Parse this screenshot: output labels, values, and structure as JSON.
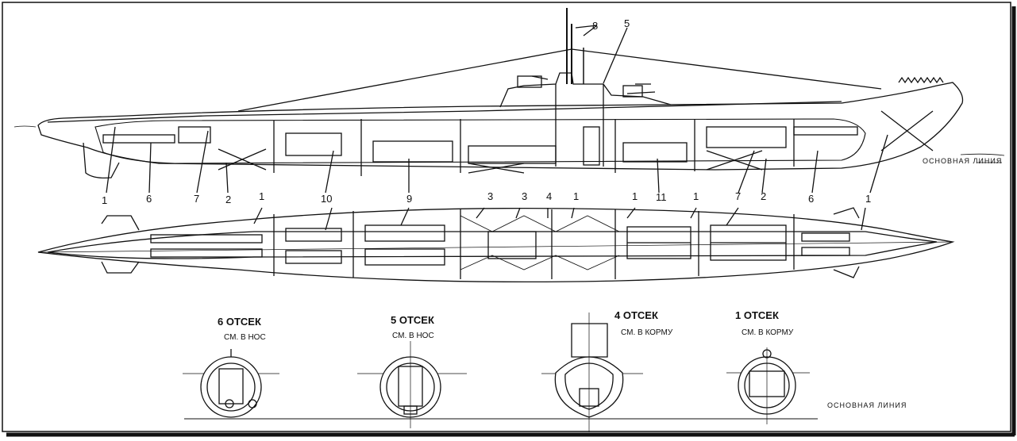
{
  "callouts": {
    "side": [
      "8",
      "5",
      "1",
      "6",
      "7",
      "2",
      "1",
      "10",
      "9",
      "3",
      "3",
      "4",
      "1",
      "1",
      "1",
      "11",
      "7",
      "2",
      "6",
      "1"
    ]
  },
  "baseline_label": "ОСНОВНАЯ ЛИНИЯ",
  "sections": [
    {
      "title": "6 ОТСЕК",
      "subtitle": "СМ. В НОС"
    },
    {
      "title": "5 ОТСЕК",
      "subtitle": "СМ. В НОС"
    },
    {
      "title": "4 ОТСЕК",
      "subtitle": "СМ. В КОРМУ"
    },
    {
      "title": "1 ОТСЕК",
      "subtitle": "СМ. В КОРМУ"
    }
  ]
}
